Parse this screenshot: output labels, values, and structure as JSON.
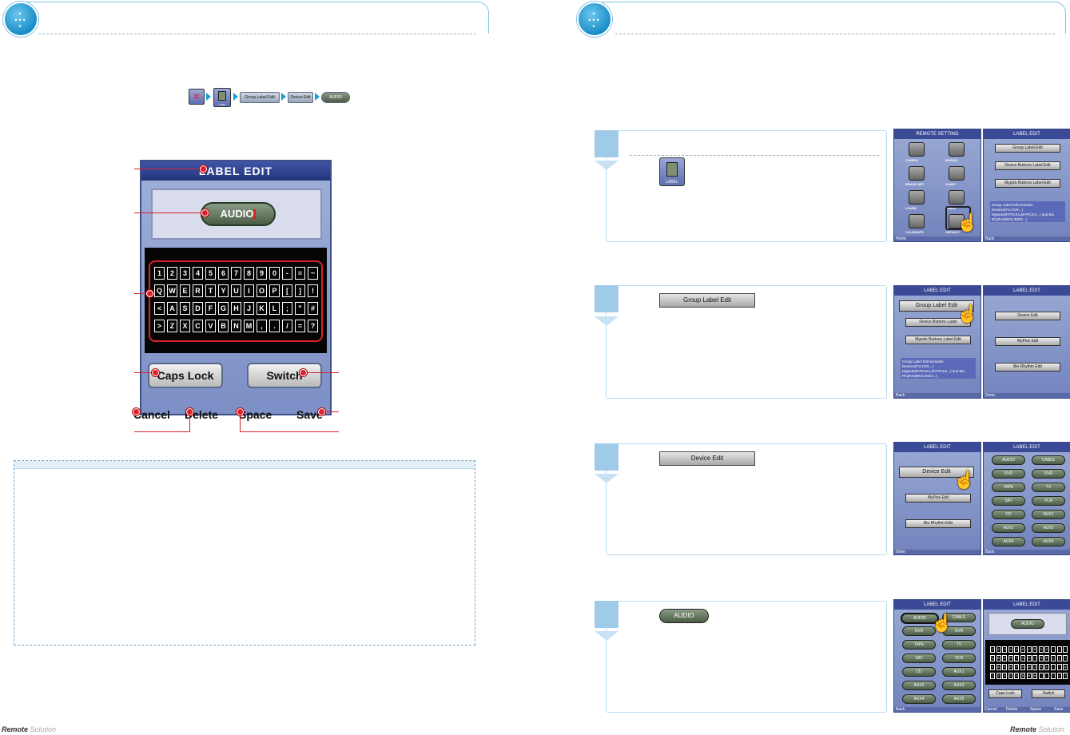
{
  "breadcrumb": [
    "Group Label Edit",
    "Device Edit",
    "AUDIO"
  ],
  "breadcrumb_label_icon": "LABEL",
  "phone": {
    "title": "LABEL EDIT",
    "display_label": "AUDIO",
    "keyboard_rows": [
      [
        "1",
        "2",
        "3",
        "4",
        "5",
        "6",
        "7",
        "8",
        "9",
        "0",
        "-",
        "=",
        "~"
      ],
      [
        "Q",
        "W",
        "E",
        "R",
        "T",
        "Y",
        "U",
        "I",
        "O",
        "P",
        "[",
        "]",
        "!"
      ],
      [
        "<",
        "A",
        "S",
        "D",
        "F",
        "G",
        "H",
        "J",
        "K",
        "L",
        ";",
        "\"",
        "#"
      ],
      [
        ">",
        "Z",
        "X",
        "C",
        "V",
        "B",
        "N",
        "M",
        ",",
        ".",
        "/",
        "=",
        "?"
      ]
    ],
    "caps_lock": "Caps Lock",
    "switch": "Switch",
    "bottom_bar": [
      "Cancel",
      "Delete",
      "Space",
      "Save"
    ]
  },
  "steps": [
    {
      "button": "",
      "icon_label": "LABEL"
    },
    {
      "button": "Group Label   Edit"
    },
    {
      "button": "Device   Edit"
    },
    {
      "button": "AUDIO"
    }
  ],
  "thumbs": {
    "remote_setting": {
      "title": "REMOTE SETTING",
      "icons": [
        "CONFIG",
        "MYPICK",
        "BRAND SET",
        "GUIDE",
        "LEARN",
        "LABEL",
        "CALIBRATE",
        "DEFAULT"
      ],
      "footer": "Home"
    },
    "label_edit_1": {
      "title": "LABEL EDIT",
      "buttons": [
        "Group Label   Edit",
        "Device Buttons Label   Edit",
        "Mypick Buttons Label Edit"
      ],
      "note": "Group Label Edit includes Devices(TV,VCR...) Mypick(MYPICK1,MYPICK2...) and Bio Rhythm(BIO1,BIO2...)",
      "footer": "Back"
    },
    "label_edit_2": {
      "title": "LABEL EDIT",
      "buttons": [
        "Group Label   Edit",
        "Device Buttons Label",
        "Mypick Buttons Label Edit"
      ],
      "note": "Group Label Edit includes Devices(TV,VCR...) Mypick(MYPICK1,MYPICK2...) and Bio Rhythm(BIO1,BIO2...)",
      "footer": "Back"
    },
    "label_edit_3": {
      "title": "LABEL EDIT",
      "buttons": [
        "Device   Edit",
        "MyPick   Edit",
        "Bio   Rhythm   Edit"
      ],
      "footer": "Done"
    },
    "devices": [
      "AUDIO",
      "CABLE",
      "DVD",
      "DVR",
      "TAPE",
      "TV",
      "SAT",
      "VCR",
      "CD",
      "AUX1",
      "AUX2",
      "AUX3",
      "AUX4",
      "AUX5"
    ],
    "footer_back": "Back",
    "footer_done": "Done",
    "mini_bottom": [
      "Cancel",
      "Delete",
      "Space",
      "Save"
    ],
    "mini_caps": "Caps Lock",
    "mini_switch": "Switch"
  },
  "footer": {
    "brand": "Remote",
    "suffix": "Solution"
  }
}
